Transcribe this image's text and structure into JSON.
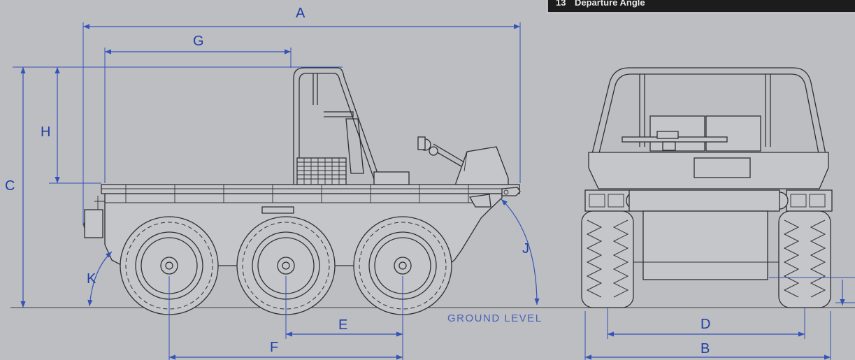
{
  "labels": {
    "A": "A",
    "B": "B",
    "C": "C",
    "D": "D",
    "E": "E",
    "F": "F",
    "G": "G",
    "H": "H",
    "J": "J",
    "K": "K"
  },
  "ground_level": "GROUND LEVEL",
  "legend": {
    "item_prefix": "13",
    "item_text": "Departure Angle"
  },
  "colors": {
    "background": "#bcbec2",
    "dimension": "#3552b8",
    "vehicle_line": "#303030",
    "legend_bg": "#1c1c1c"
  }
}
